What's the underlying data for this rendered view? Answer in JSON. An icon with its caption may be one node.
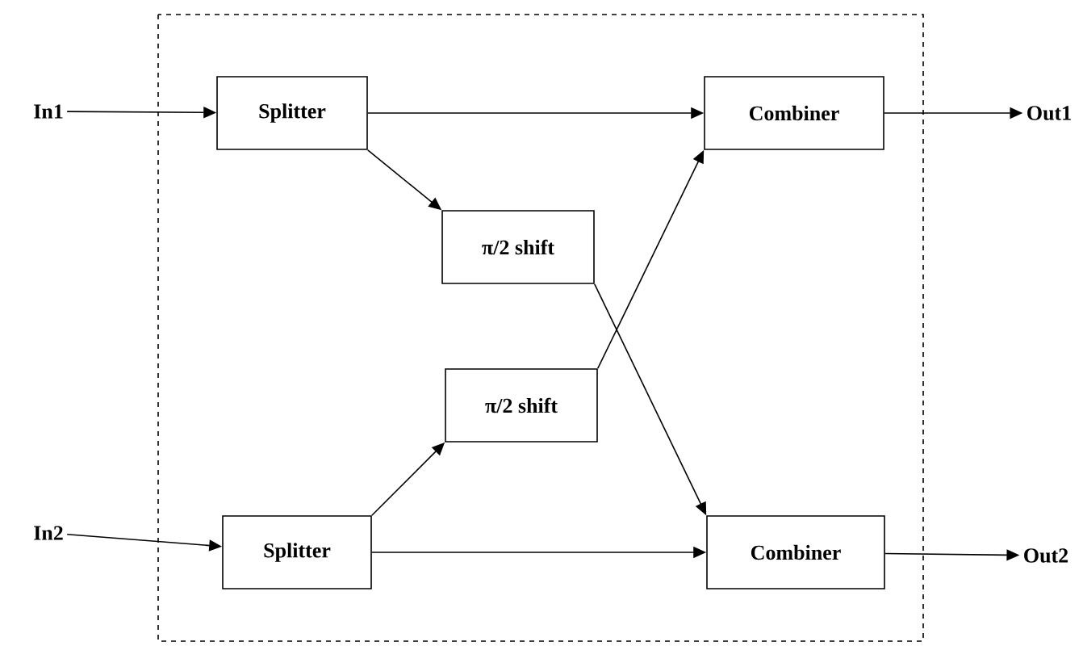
{
  "diagram": {
    "nodes": [
      {
        "text": [
          "In1"
        ]
      },
      {
        "text": [
          "Splitter"
        ]
      },
      {
        "text": [
          "Combiner"
        ]
      },
      {
        "text": [
          "Out1"
        ]
      },
      {
        "text": [
          "π/2 shift"
        ]
      },
      {
        "text": [
          "π/2 shift"
        ]
      },
      {
        "text": [
          "In2"
        ]
      },
      {
        "text": [
          "Splitter"
        ]
      },
      {
        "text": [
          "Combiner"
        ]
      },
      {
        "text": [
          "Out2"
        ]
      }
    ],
    "edges": [
      {
        "from": 0,
        "to": 1,
        "arrow": "to"
      },
      {
        "from": 1,
        "to": 2,
        "arrow": "to"
      },
      {
        "from": 2,
        "to": 3,
        "arrow": "to"
      },
      {
        "from": 1,
        "to": 4,
        "arrow": "to"
      },
      {
        "from": 4,
        "to": 8,
        "arrow": "to"
      },
      {
        "from": 7,
        "to": 5,
        "arrow": "to"
      },
      {
        "from": 5,
        "to": 2,
        "arrow": "to"
      },
      {
        "from": 6,
        "to": 7,
        "arrow": "to"
      },
      {
        "from": 7,
        "to": 8,
        "arrow": "to"
      },
      {
        "from": 8,
        "to": 9,
        "arrow": "to"
      }
    ]
  }
}
